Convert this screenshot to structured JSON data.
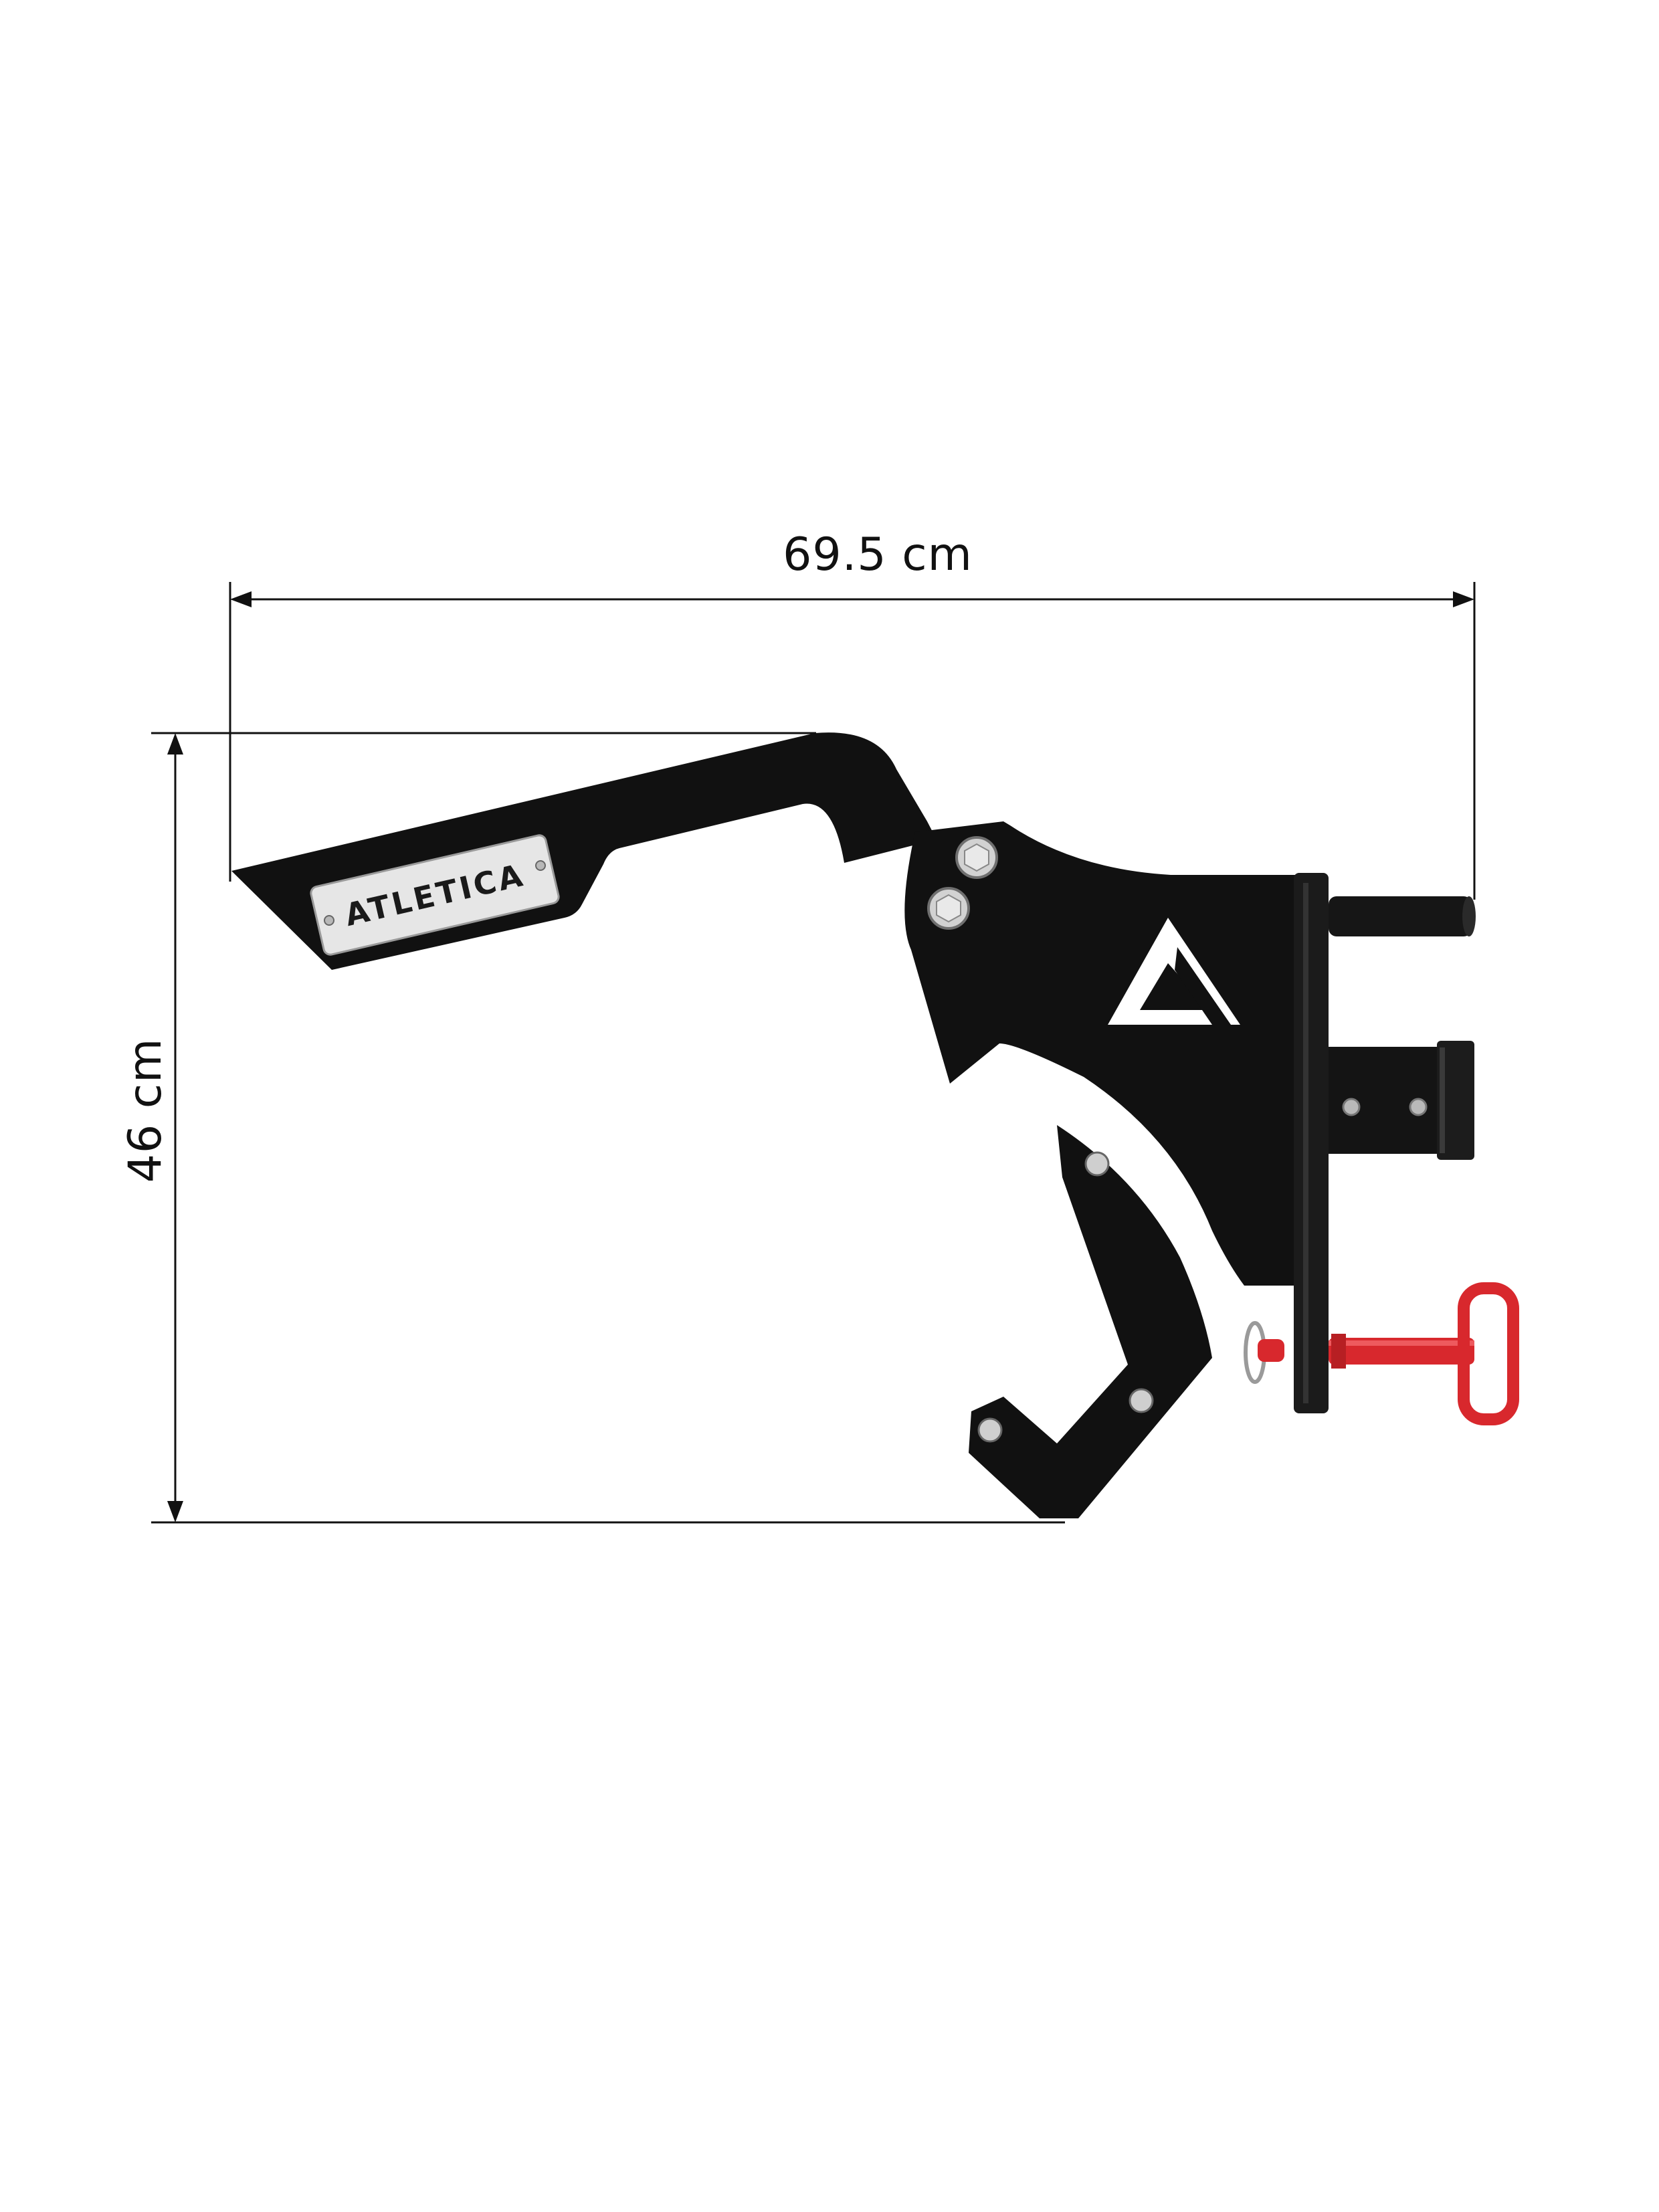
{
  "dimensions": {
    "width_label": "69.5 cm",
    "height_label": "46 cm"
  },
  "product": {
    "brand_plate_text": "ATLETICA"
  },
  "colors": {
    "steel": "#111111",
    "pin": "#d8282d",
    "plate": "#e6e6e6",
    "bolt": "#cfcfcf"
  }
}
